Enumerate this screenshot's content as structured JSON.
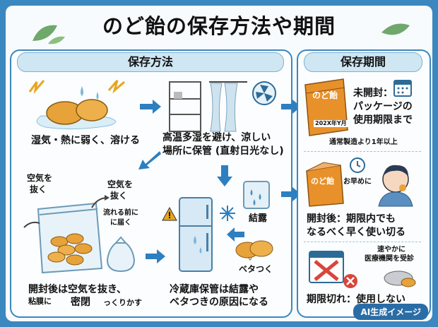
{
  "title": "のど飴の保存方法や期間",
  "left": {
    "header": "保存方法",
    "s1": "湿気・熱に弱く、溶ける",
    "s2_l1": "高温多湿を避け、涼しい",
    "s2_l2": "場所に保管 (直射日光なし)",
    "air1_l1": "空気を",
    "air1_l2": "抜く",
    "air2_l1": "空気を",
    "air2_l2": "抜く",
    "before_l1": "流れる前に",
    "before_l2": "に届く",
    "s3_l1": "開封後は空気を抜き、",
    "s3_l2a": "粘膜に",
    "s3_l2b": "密閉",
    "s3_l2c": "っくりかす",
    "condense": "結露",
    "sticky": "ベタつく",
    "s4_l1": "冷蔵庫保管は結露や",
    "s4_l2": "ベタつきの原因になる"
  },
  "right": {
    "header": "保存期間",
    "pack_label": "のど飴",
    "pack_date": "202X年Y月",
    "unopened_l1": "未開封：",
    "unopened_l2": "パッケージの",
    "unopened_l3": "使用期限まで",
    "unopened_note": "通常製造より1年以上",
    "early": "お早めに",
    "opened_l1": "開封後：期限内でも",
    "opened_l2": "なるべく早く使い切る",
    "doctor_l1": "速やかに",
    "doctor_l2": "医療機関を受診",
    "expired": "期限切れ：使用しない"
  },
  "badge": "AI生成イメージ",
  "colors": {
    "frame": "#3b87bf",
    "header_bg": "#cfe6f3",
    "arrow": "#2d7fbf",
    "candy": "#e8a23a",
    "warn": "#e8a51f",
    "cross": "#d9453b"
  }
}
